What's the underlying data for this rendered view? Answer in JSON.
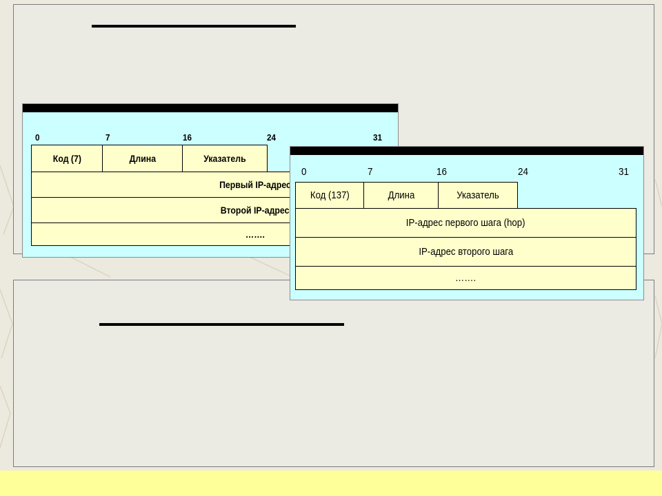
{
  "loose_source_route": {
    "bit_positions": [
      "0",
      "7",
      "16",
      "24",
      "31"
    ],
    "header_fields": [
      "Код (7)",
      "Длина",
      "Указатель"
    ],
    "rows": [
      "Первый IP-адрес",
      "Второй IP-адрес",
      "……."
    ]
  },
  "strict_source_route": {
    "bit_positions": [
      "0",
      "7",
      "16",
      "24",
      "31"
    ],
    "header_fields": [
      "Код (137)",
      "Длина",
      "Указатель"
    ],
    "rows": [
      "IP-адрес первого шага (hop)",
      "IP-адрес второго шага",
      "……."
    ]
  },
  "colors": {
    "diagram_background": "#ccffff",
    "field_fill": "#ffffcc",
    "footer_bar": "#ffff99",
    "panel": "#ebeae3"
  }
}
